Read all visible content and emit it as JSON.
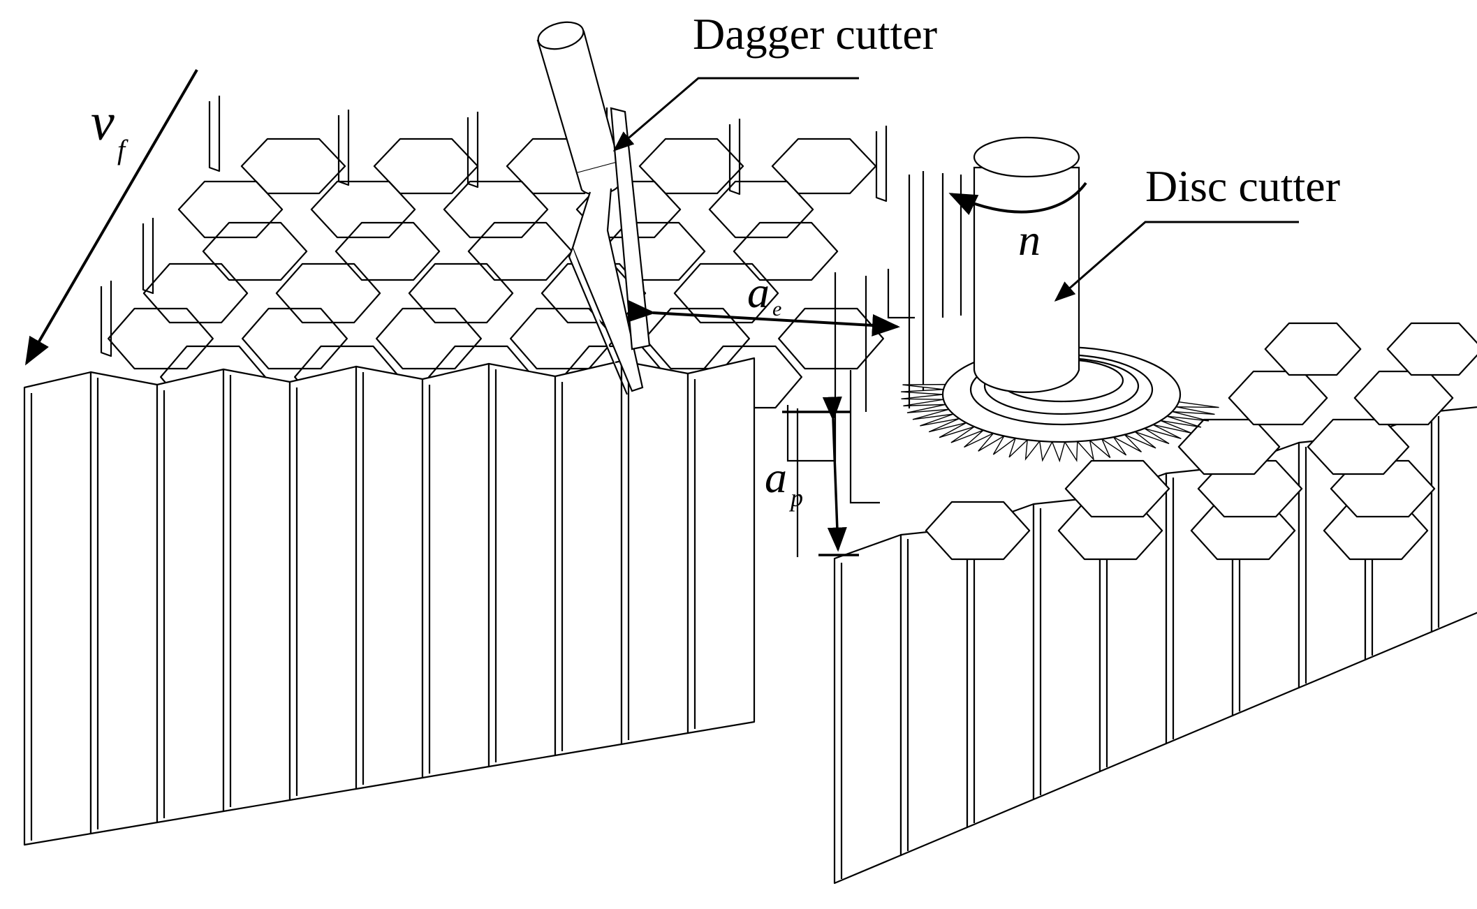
{
  "labels": {
    "dagger_cutter": "Dagger cutter",
    "disc_cutter": "Disc cutter"
  },
  "symbols": {
    "feed_velocity": {
      "main": "v",
      "sub": "f"
    },
    "rotation_speed": {
      "main": "n"
    },
    "radial_depth": {
      "main": "a",
      "sub": "e"
    },
    "axial_depth": {
      "main": "a",
      "sub": "p"
    }
  },
  "colors": {
    "line": "#000000",
    "background": "#ffffff"
  }
}
